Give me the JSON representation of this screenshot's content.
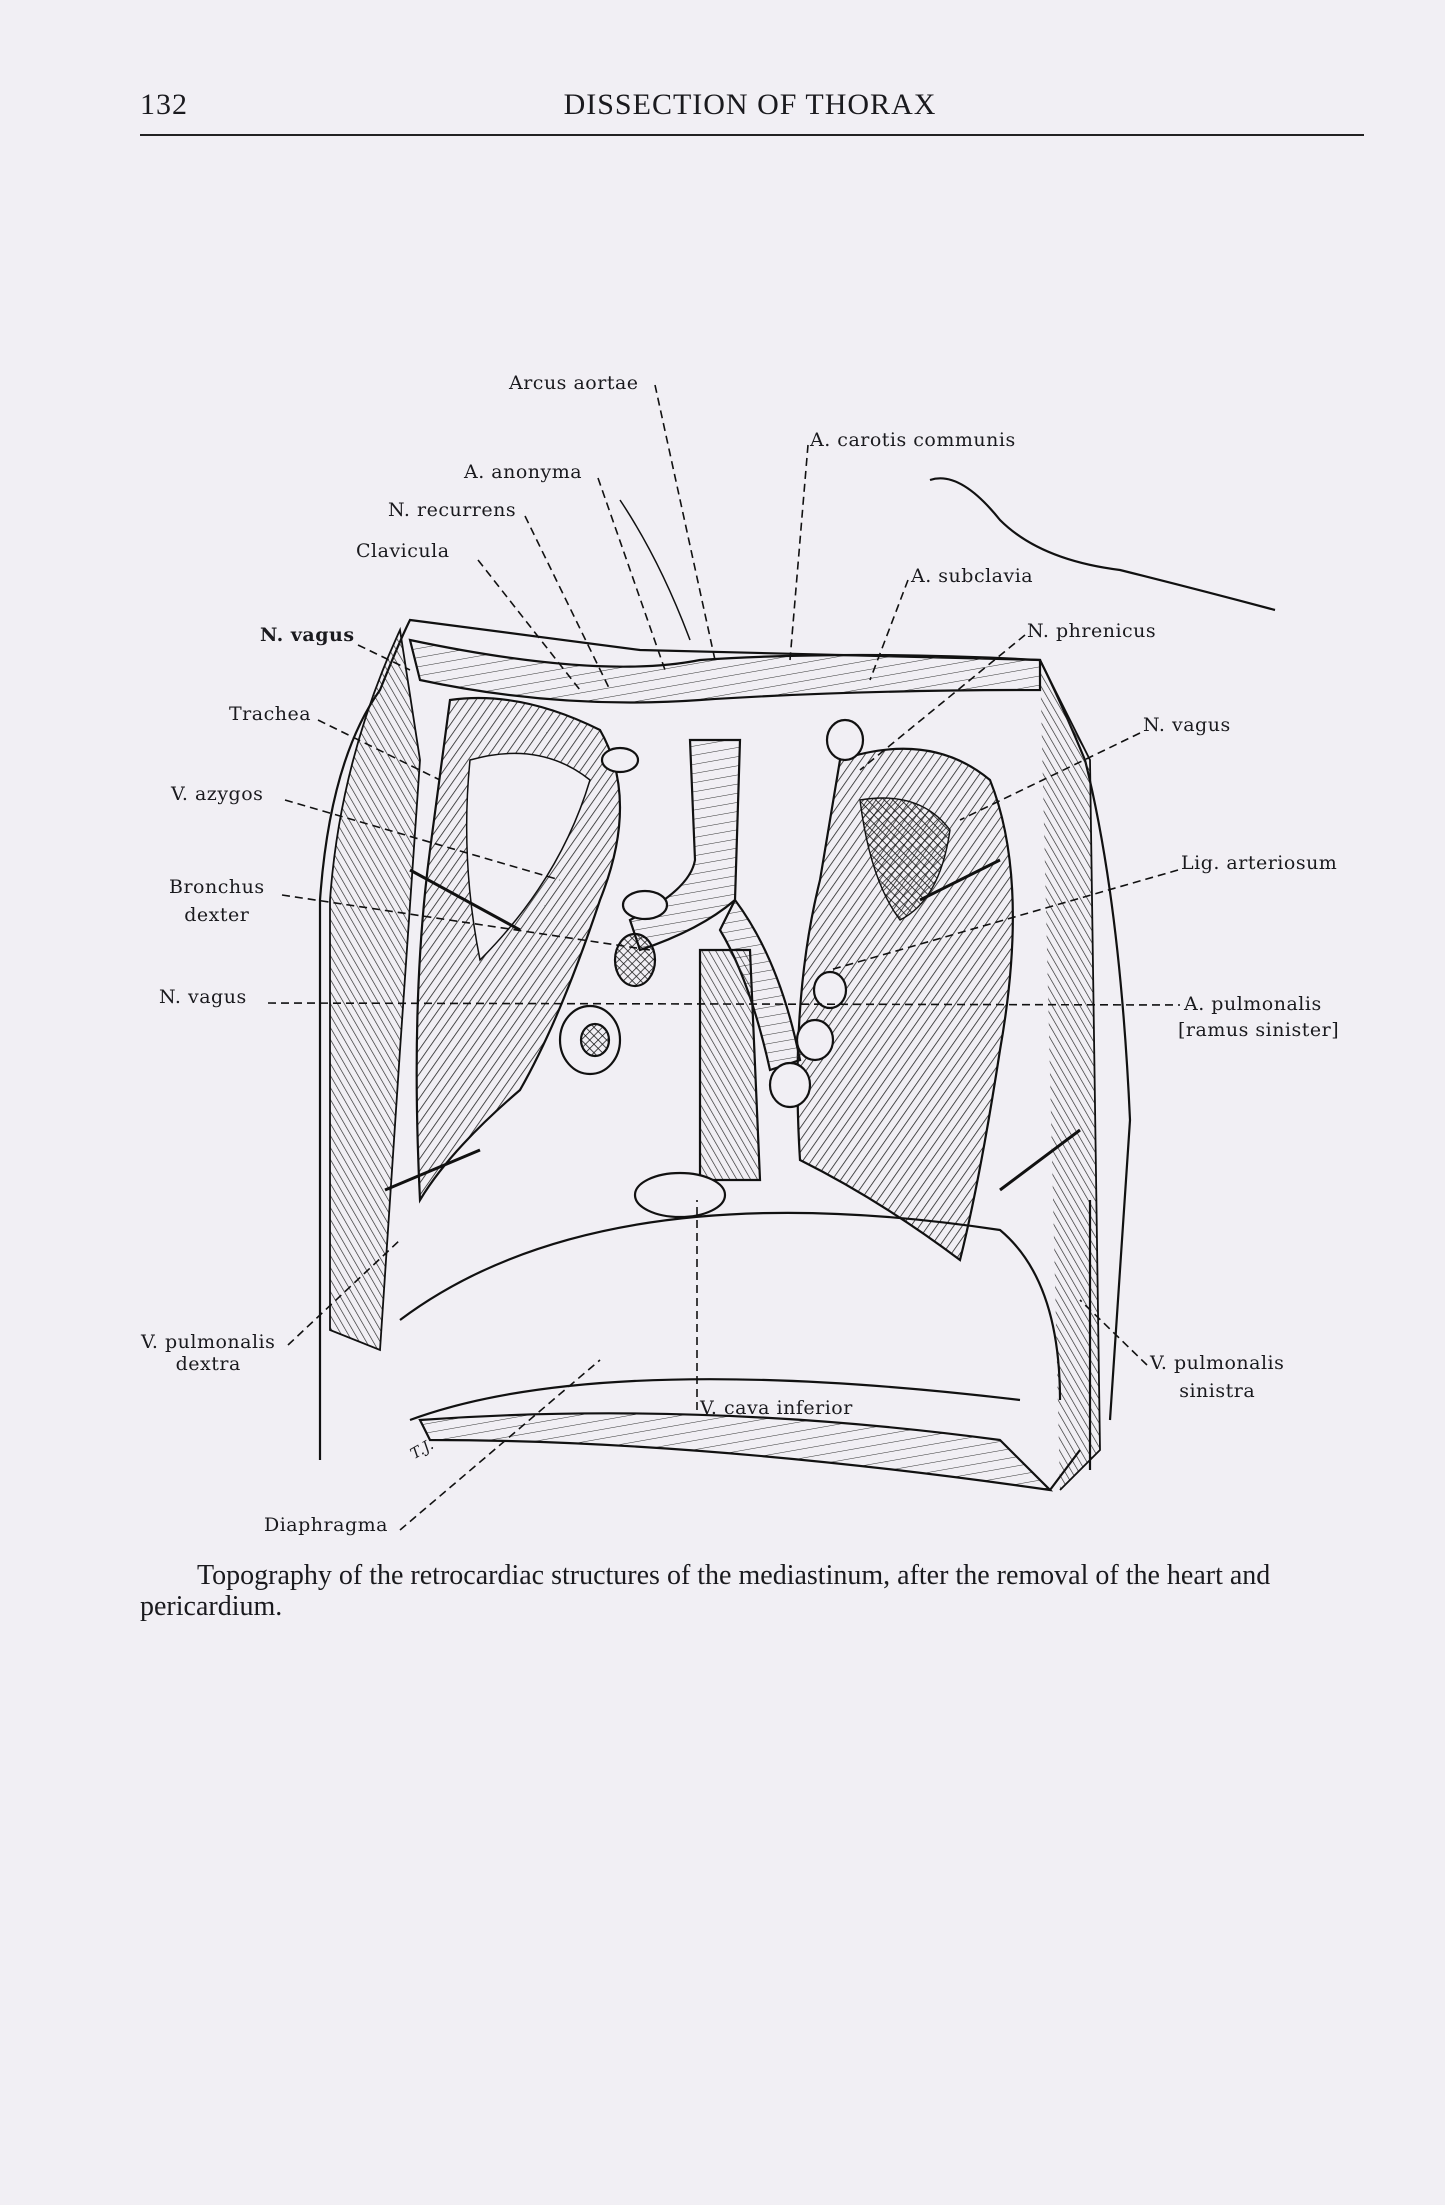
{
  "header": {
    "page_number": "132",
    "running_title": "DISSECTION OF THORAX"
  },
  "figure": {
    "labels": {
      "arcus_aortae": "Arcus aortae",
      "a_anonyma": "A. anonyma",
      "n_recurrens": "N. recurrens",
      "clavicula": "Clavicula",
      "n_vagus_top_left": "N. vagus",
      "trachea": "Trachea",
      "v_azygos": "V. azygos",
      "bronchus_dexter_1": "Bronchus",
      "bronchus_dexter_2": "dexter",
      "n_vagus_left": "N. vagus",
      "v_pulmonalis_dextra_1": "V. pulmonalis",
      "v_pulmonalis_dextra_2": "dextra",
      "diaphragma": "Diaphragma",
      "v_cava_inferior": "V. cava inferior",
      "v_pulmonalis_sinistra_1": "V. pulmonalis",
      "v_pulmonalis_sinistra_2": "sinistra",
      "a_pulmonalis_1": "A. pulmonalis",
      "a_pulmonalis_2": "[ramus sinister]",
      "lig_arteriosum": "Lig. arteriosum",
      "n_vagus_right": "N. vagus",
      "n_phrenicus": "N. phrenicus",
      "a_subclavia": "A. subclavia",
      "a_carotis_communis": "A. carotis communis"
    },
    "artist_initials": "T.J."
  },
  "caption": "Topography of the retrocardiac structures of the mediastinum, after the removal of the heart and pericardium."
}
